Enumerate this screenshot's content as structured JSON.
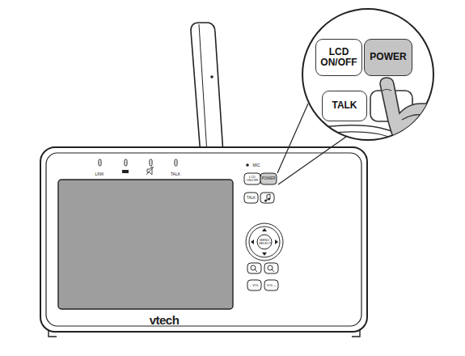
{
  "diagram": {
    "nodes": [
      {
        "text": [
          "LCD ON/OFF"
        ]
      },
      {
        "text": [
          "POWER"
        ]
      },
      {
        "text": [
          "TALK"
        ]
      }
    ],
    "labels": [
      "LINK",
      "TALK",
      "MIC",
      "LCD ON/OFF",
      "POWER",
      "TALK",
      "MENU SELECT",
      "– VOL",
      "VOL +",
      "vtech"
    ]
  }
}
